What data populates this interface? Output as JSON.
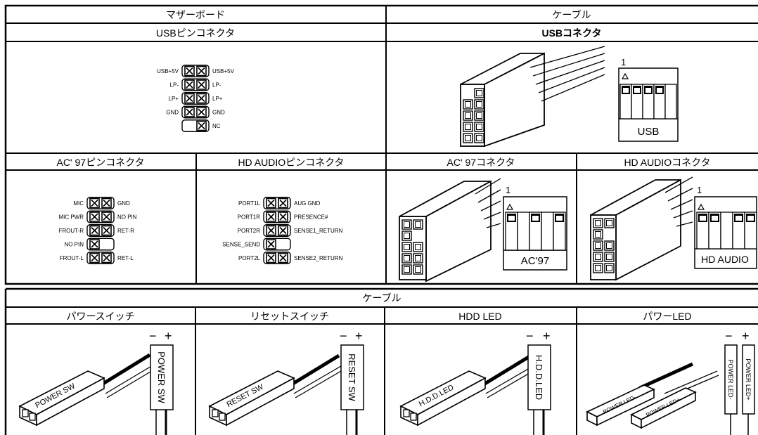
{
  "top": {
    "motherboard_header": "マザーボード",
    "cable_header": "ケーブル",
    "usb_pin_header": "USBピンコネクタ",
    "usb_connector_header": "USBコネクタ",
    "usb_pins": {
      "left": [
        "USB+5V",
        "LP-",
        "LP+",
        "GND",
        ""
      ],
      "right": [
        "USB+5V",
        "LP-",
        "LP+",
        "GND",
        "NC"
      ]
    },
    "usb_cable_number": "1",
    "usb_cable_label": "USB",
    "ac97_pin_header": "AC' 97ピンコネクタ",
    "hd_pin_header": "HD AUDIOピンコネクタ",
    "ac97_connector_header": "AC' 97コネクタ",
    "hd_connector_header": "HD AUDIOコネクタ",
    "ac97_pins": {
      "left": [
        "MIC",
        "MIC PWR",
        "FROUT-R",
        "NO PIN",
        "FROUT-L"
      ],
      "right": [
        "GND",
        "NO PIN",
        "RET-R",
        "",
        "RET-L"
      ]
    },
    "hd_pins": {
      "left": [
        "PORT1L",
        "PORT1R",
        "PORT2R",
        "SENSE_SEND",
        "PORT2L"
      ],
      "right": [
        "AUG GND",
        "PRESENCE#",
        "SENSE1_RETURN",
        "",
        "SENSE2_RETURN"
      ]
    },
    "ac97_cable_number": "1",
    "ac97_cable_label": "AC'97",
    "hd_cable_number": "1",
    "hd_cable_label": "HD AUDIO"
  },
  "bottom": {
    "cable_header": "ケーブル",
    "power_sw_header": "パワースイッチ",
    "reset_sw_header": "リセットスイッチ",
    "hdd_led_header": "HDD LED",
    "power_led_header": "パワーLED",
    "minus": "−",
    "plus": "+",
    "power_sw_plug": "POWER SW",
    "power_sw_tag": "POWER SW",
    "reset_sw_plug": "RESET SW",
    "reset_sw_tag": "RESET SW",
    "hdd_led_plug": "H.D.D.LED",
    "hdd_led_tag": "H.D.D.LED",
    "power_led_minus_plug": "POWER LED-",
    "power_led_plus_plug": "POWER LED+",
    "power_led_minus_tag": "POWER LED-",
    "power_led_plus_tag": "POWER LED+"
  }
}
